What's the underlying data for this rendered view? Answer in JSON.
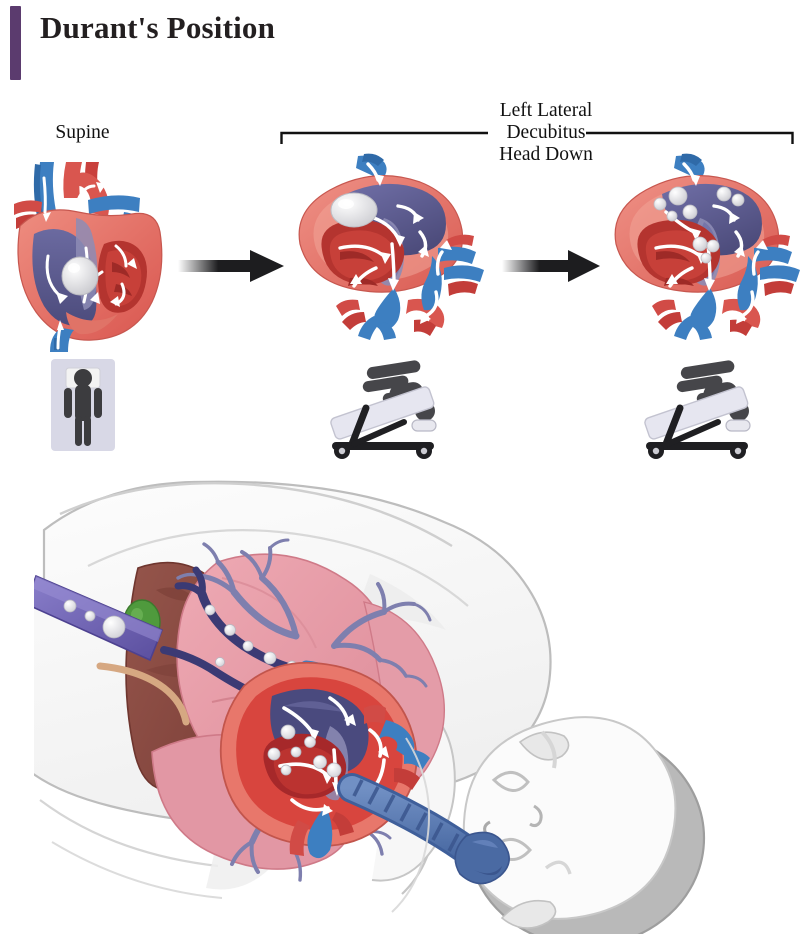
{
  "page": {
    "title": "Durant's Position",
    "accent_color": "#5b3b6e",
    "background": "#ffffff"
  },
  "header": {
    "title": "Durant's Position",
    "accent_bar_color": "#5b3b6e"
  },
  "diagram": {
    "type": "medical-illustration",
    "stages": [
      {
        "id": "supine",
        "label": "Supine",
        "heart_name": "heart-cross-section-upright",
        "position_icon_name": "supine-patient-on-bed-icon",
        "air_state": "single large air bubble lodged in right ventricular outflow tract"
      },
      {
        "id": "lld-head-down-1",
        "label": "",
        "heart_name": "heart-cross-section-rotated",
        "position_icon_name": "trendelenburg-tilt-table-icon",
        "air_state": "single large air bubble trapped at apex of right ventricle"
      },
      {
        "id": "lld-head-down-2",
        "label": "",
        "heart_name": "heart-cross-section-rotated-dispersed",
        "position_icon_name": "trendelenburg-tilt-table-icon",
        "air_state": "air bubble fragmented into multiple small bubbles"
      }
    ],
    "bracket_label": "Left Lateral\nDecubitus\nHead Down",
    "bracket_label_lines": [
      "Left Lateral",
      "Decubitus",
      "Head Down"
    ],
    "transition_arrows": [
      "arrow-supine-to-lld",
      "arrow-lld-to-dispersed"
    ]
  },
  "labels": {
    "supine": "Supine",
    "left_lateral": "Left Lateral",
    "decubitus": "Decubitus",
    "head_down": "Head Down"
  },
  "anatomy": {
    "caption": "",
    "structures": [
      {
        "name": "body-outline",
        "label": "Torso and head in left lateral decubitus",
        "color": "#f4f4f4"
      },
      {
        "name": "head",
        "label": "Head",
        "color": "#fbfbfb"
      },
      {
        "name": "hair",
        "label": "Hair",
        "color": "#b9b9b9"
      },
      {
        "name": "liver",
        "label": "Liver",
        "color": "#8b4a41"
      },
      {
        "name": "gallbladder",
        "label": "Gallbladder",
        "color": "#4f9a3d"
      },
      {
        "name": "lung",
        "label": "Lungs",
        "color": "#e9a0ab"
      },
      {
        "name": "bronchial-tree",
        "label": "Bronchial tree",
        "color": "#7e7fae"
      },
      {
        "name": "trachea",
        "label": "Trachea",
        "color": "#5b77ad"
      },
      {
        "name": "heart",
        "label": "Heart",
        "color": "#c9302c"
      },
      {
        "name": "vein-catheter",
        "label": "Vein with air bubbles",
        "color": "#6b5fae"
      },
      {
        "name": "air-bubbles",
        "label": "Air bubbles",
        "color": "#e8e8ea"
      }
    ]
  },
  "colors": {
    "accent_purple": "#5b3b6e",
    "artery_red": "#d14b46",
    "vein_blue": "#4a86c8",
    "myocardium": "#e8776b",
    "chamber_purple": "#5d5b8e",
    "bubble_gray": "#dedee2",
    "bed_lavender": "#d6d6e4",
    "icon_dark": "#3c3c3f",
    "text": "#111111",
    "liver_brown": "#8b4a41",
    "lung_pink": "#e9a0ab"
  }
}
